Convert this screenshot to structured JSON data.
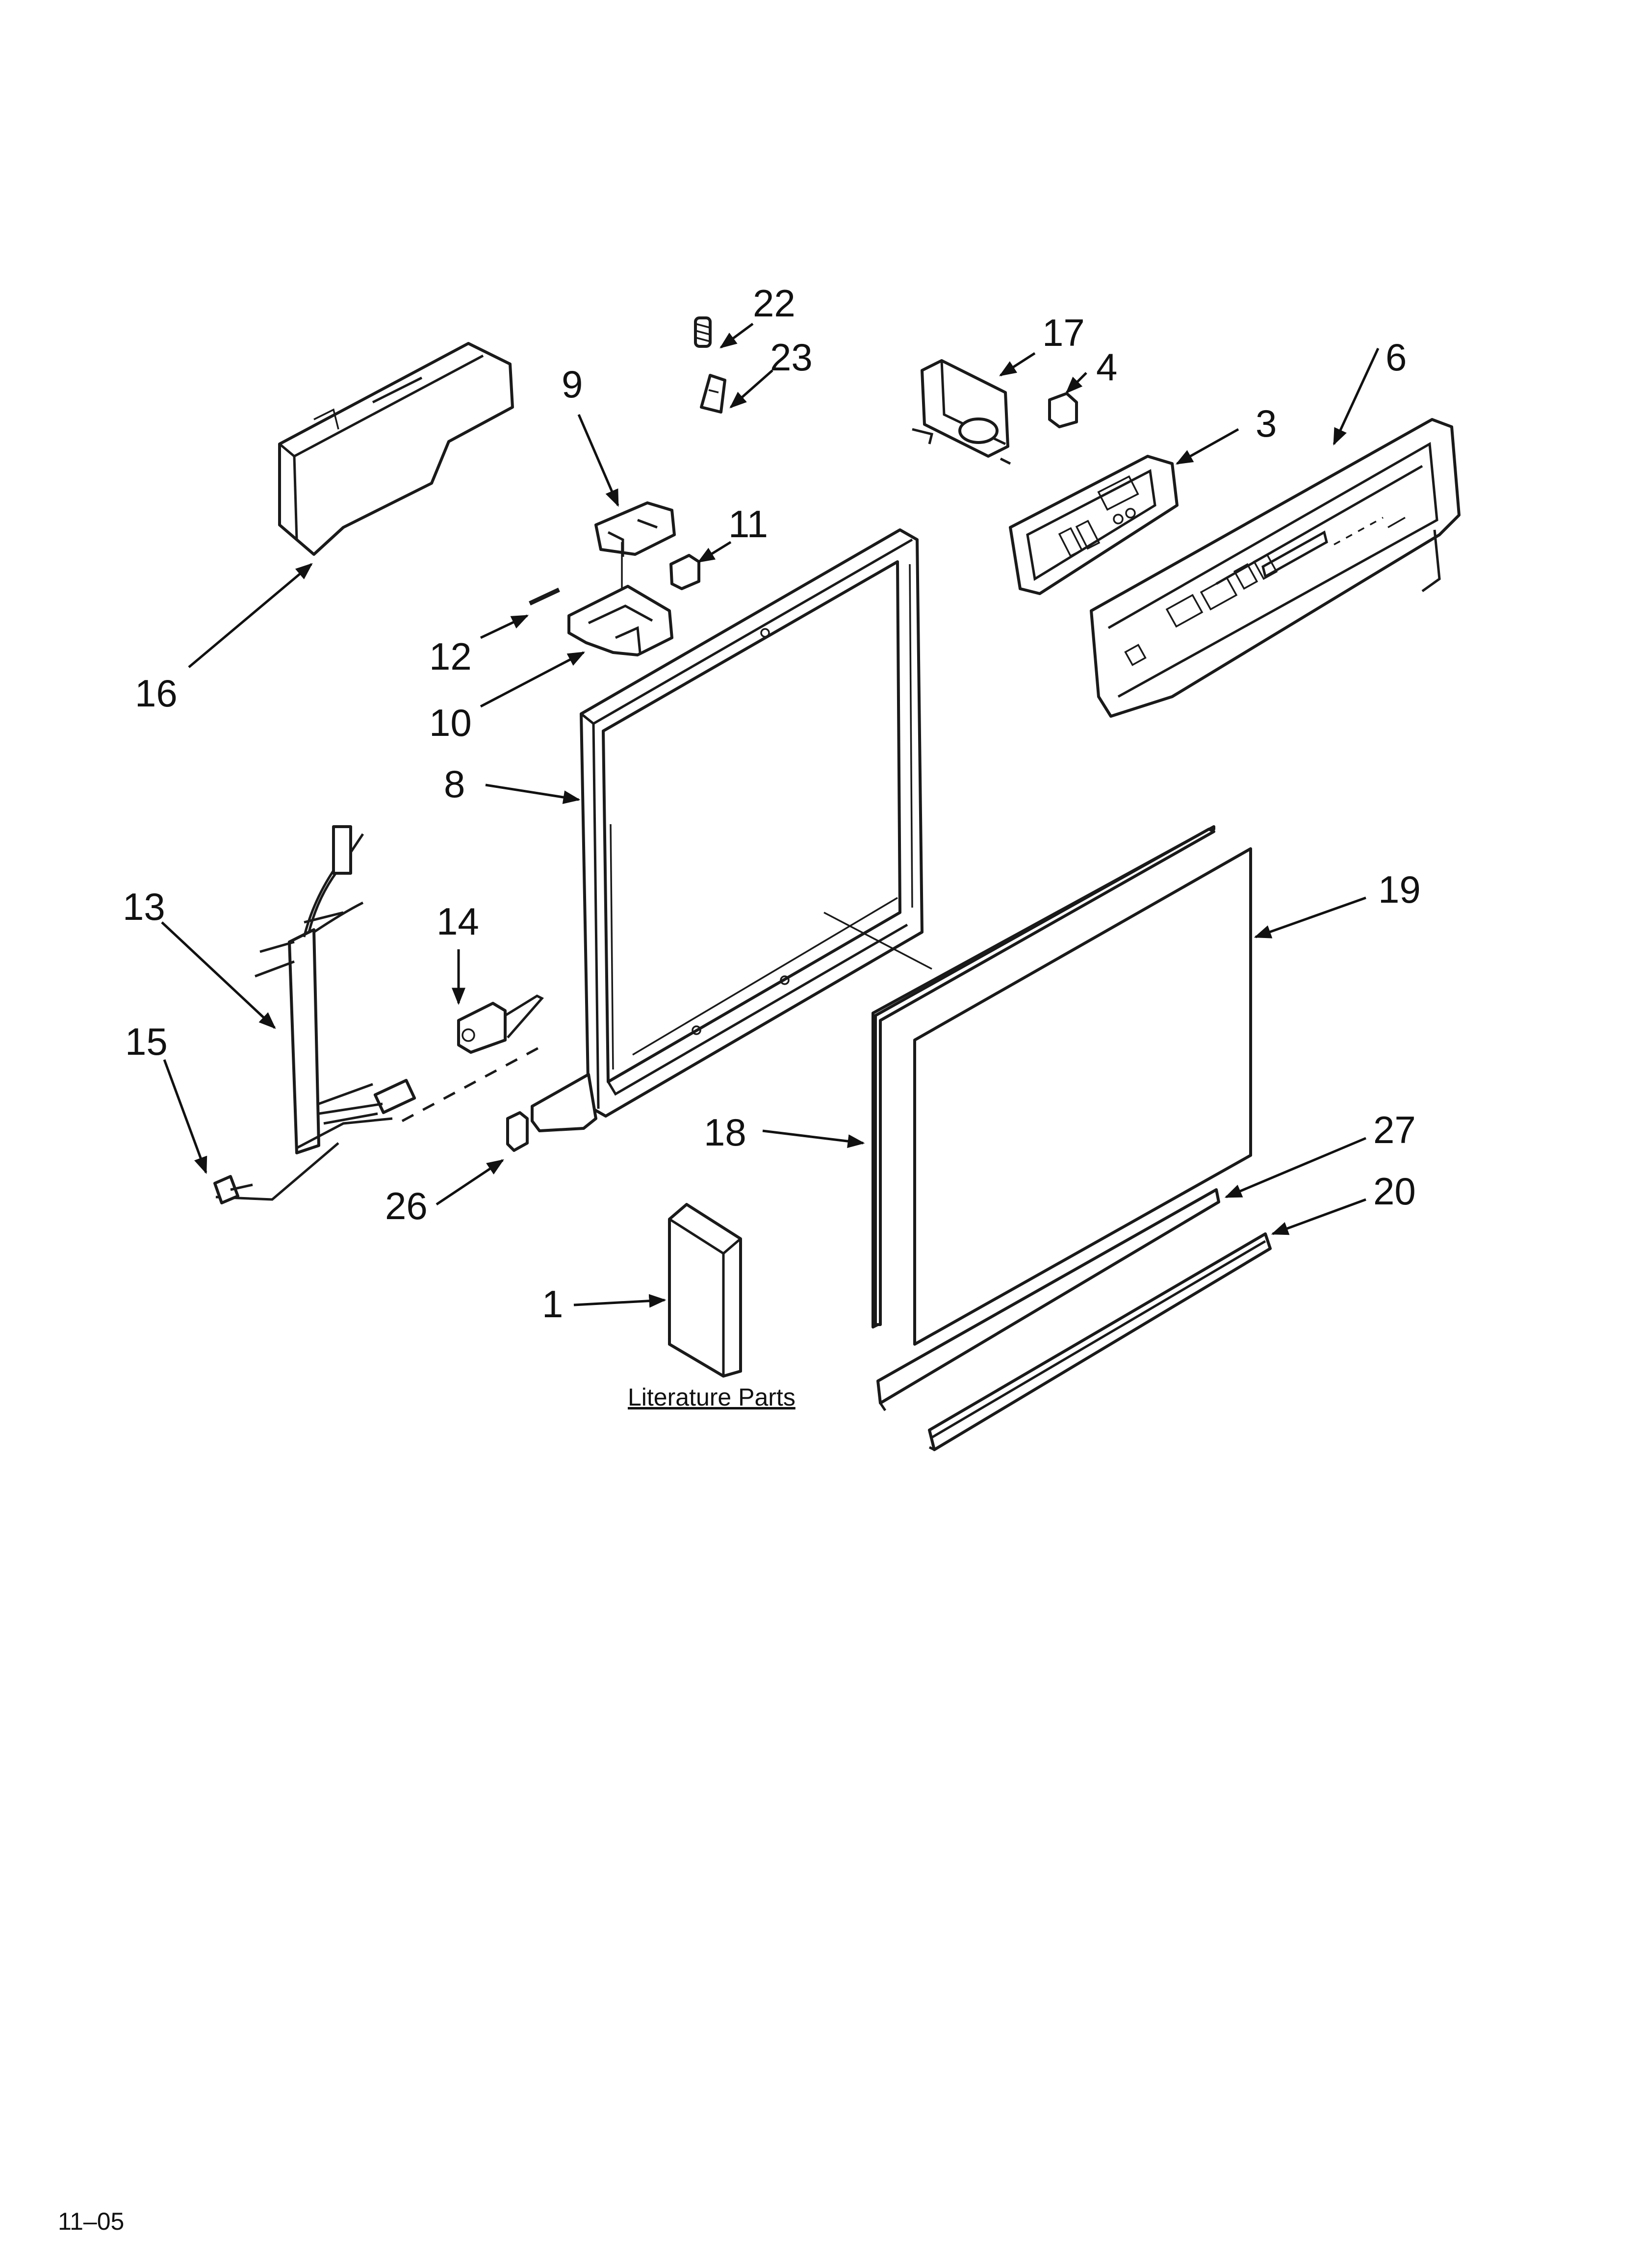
{
  "diagram": {
    "callouts": [
      "22",
      "23",
      "17",
      "4",
      "6",
      "3",
      "9",
      "11",
      "16",
      "12",
      "10",
      "8",
      "19",
      "13",
      "14",
      "15",
      "18",
      "27",
      "20",
      "26",
      "1"
    ],
    "literature_caption": "Literature Parts",
    "footer_code": "11–05"
  }
}
